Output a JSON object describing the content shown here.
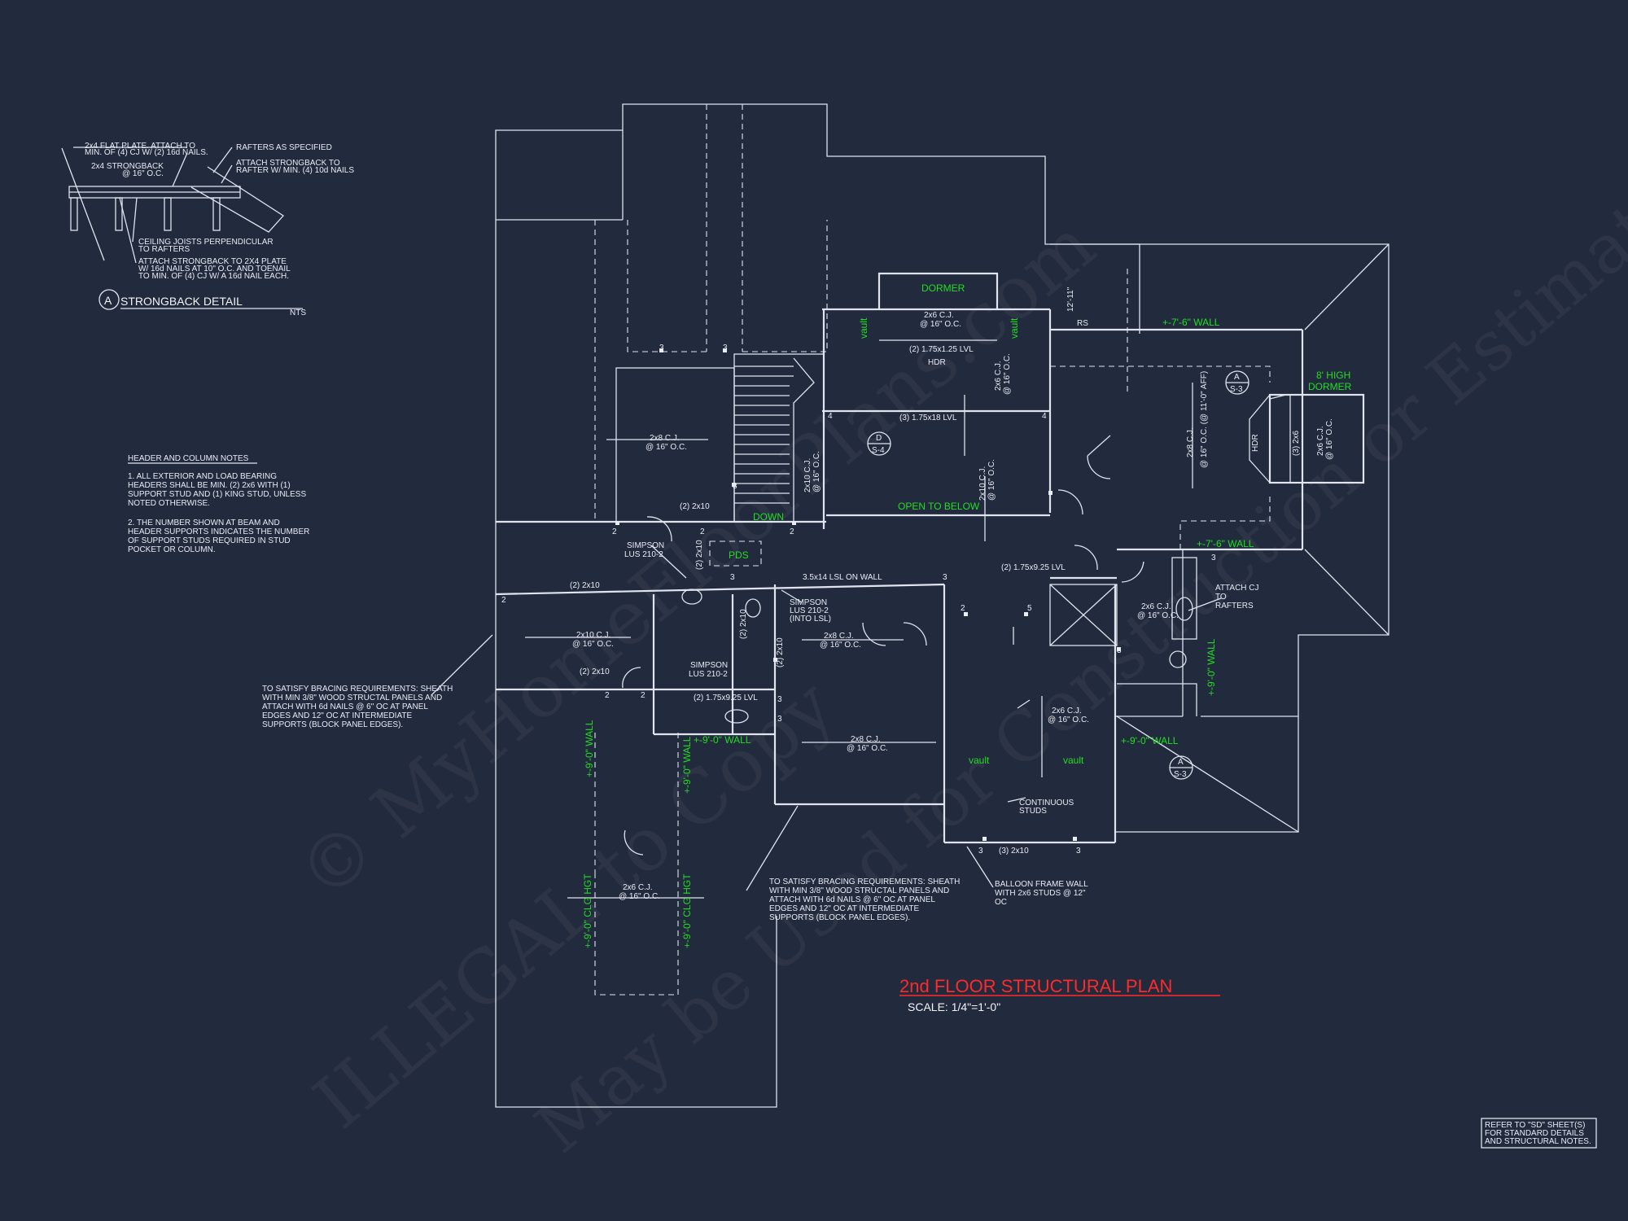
{
  "sheet": {
    "title": "2nd FLOOR STRUCTURAL PLAN",
    "scale": "SCALE: 1/4\"=1'-0\"",
    "refer_note": [
      "REFER TO \"SD\" SHEET(S)",
      "FOR STANDARD DETAILS",
      "AND STRUCTURAL NOTES."
    ]
  },
  "watermark": [
    "© MyHomeFloorPlans.com",
    "ILLEGAL to Copy",
    "May be Used for Construction or Estimation"
  ],
  "strongback_detail": {
    "marker": "A",
    "title": "STRONGBACK DETAIL",
    "nts": "NTS",
    "notes": {
      "flat_plate": [
        "2x4 FLAT PLATE. ATTACH TO",
        "MIN. OF (4) CJ W/ (2) 16d NAILS."
      ],
      "strongback": [
        "2x4 STRONGBACK",
        "@ 16\" O.C."
      ],
      "rafters": "RAFTERS AS SPECIFIED",
      "attach_rafter": [
        "ATTACH STRONGBACK TO",
        "RAFTER W/ MIN. (4) 10d NAILS"
      ],
      "ceiling_joists": [
        "CEILING JOISTS PERPENDICULAR",
        "TO RAFTERS"
      ],
      "attach_plate": [
        "ATTACH STRONGBACK TO 2X4 PLATE",
        "W/ 16d NAILS AT 10\" O.C. AND TOENAIL",
        "TO MIN. OF (4) CJ W/ A 16d NAIL EACH."
      ]
    }
  },
  "header_notes": {
    "title": "HEADER AND COLUMN NOTES",
    "note1": [
      "1. ALL EXTERIOR AND LOAD BEARING",
      "HEADERS SHALL BE MIN. (2) 2x6 WITH (1)",
      "SUPPORT STUD AND (1) KING STUD, UNLESS",
      "NOTED OTHERWISE."
    ],
    "note2": [
      "2. THE NUMBER SHOWN AT BEAM AND",
      "HEADER SUPPORTS INDICATES THE NUMBER",
      "OF SUPPORT STUDS REQUIRED IN STUD",
      "POCKET OR COLUMN."
    ]
  },
  "bracing_notes": {
    "left": [
      "TO SATISFY BRACING REQUIREMENTS: SHEATH",
      "WITH MIN 3/8\" WOOD STRUCTAL PANELS AND",
      "ATTACH WITH 6d NAILS @ 6\" OC AT PANEL",
      "EDGES AND 12\" OC AT INTERMEDIATE",
      "SUPPORTS (BLOCK PANEL EDGES)."
    ],
    "center": [
      "TO SATISFY BRACING REQUIREMENTS: SHEATH",
      "WITH MIN 3/8\" WOOD STRUCTAL PANELS AND",
      "ATTACH WITH 6d NAILS @ 6\" OC AT PANEL",
      "EDGES AND 12\" OC AT INTERMEDIATE",
      "SUPPORTS (BLOCK PANEL EDGES)."
    ]
  },
  "green_labels": {
    "dormer": "DORMER",
    "vault": "vault",
    "wall_76": "+-7'-6\" WALL",
    "high_dormer": [
      "8' HIGH",
      "DORMER"
    ],
    "down": "DOWN",
    "open_to_below": "OPEN TO BELOW",
    "pds": "PDS",
    "wall_90": "+-9'-0\" WALL",
    "clg_hgt": "+-9'-0\" CLG HGT"
  },
  "framing_labels": {
    "cj_2x6": "2x6 C.J.",
    "cj_2x8": "2x8 C.J.",
    "cj_2x10": "2x10 C.J.",
    "oc16": "@ 16\" O.C.",
    "oc16_aff": "@ 16\" O.C. (@ 11'-0\" AFF)",
    "lvl_175x125": "(2) 1.75x1.25 LVL",
    "lvl_175x18": "(3) 1.75x18 LVL",
    "lvl_175x925": "(2) 1.75x9.25 LVL",
    "hdr": "HDR",
    "rs": "RS",
    "dim_1211": "12'-11\"",
    "h_2x10": "(2) 2x10",
    "h_3_2x10": "(3) 2x10",
    "h_3_2x6": "(3) 2x6",
    "lsl": "3.5x14 LSL ON WALL",
    "simpson_lus210_2": [
      "SIMPSON",
      "LUS 210-2"
    ],
    "simpson_into_lsl": [
      "SIMPSON",
      "LUS 210-2",
      "(INTO LSL)"
    ],
    "attach_cj": [
      "ATTACH CJ",
      "TO",
      "RAFTERS"
    ],
    "continuous_studs": [
      "CONTINUOUS",
      "STUDS"
    ],
    "balloon_frame": [
      "BALLOON FRAME WALL",
      "WITH 2x6 STUDS @ 12\"",
      "OC"
    ],
    "section_d": [
      "D",
      "S-4"
    ],
    "section_a": [
      "A",
      "S-3"
    ],
    "support_counts": [
      "2",
      "3",
      "4",
      "5"
    ]
  },
  "colors": {
    "background": "#222a3d",
    "linework": "#dfe4ee",
    "note_green": "#22dd22",
    "title_red": "#ff2a2a"
  }
}
